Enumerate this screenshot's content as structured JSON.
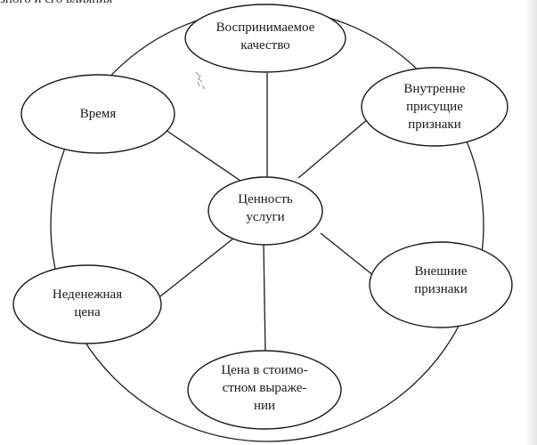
{
  "header": {
    "cutoff_text": "зного и его влияния"
  },
  "center": {
    "label": "Ценность\nуслуги"
  },
  "nodes": [
    {
      "id": "perceived-quality",
      "label": "Воспринимаемое\nкачество"
    },
    {
      "id": "internal-features",
      "label": "Внутренне\nприсущие\nпризнаки"
    },
    {
      "id": "external-features",
      "label": "Внешние\nпризнаки"
    },
    {
      "id": "monetary-price",
      "label": "Цена в стоимо-\nстном выраже-\nнии"
    },
    {
      "id": "non-monetary-price",
      "label": "Неденежная\nцена"
    },
    {
      "id": "time",
      "label": "Время"
    }
  ],
  "colors": {
    "stroke": "#1a1a1a",
    "background": "#ffffff"
  }
}
